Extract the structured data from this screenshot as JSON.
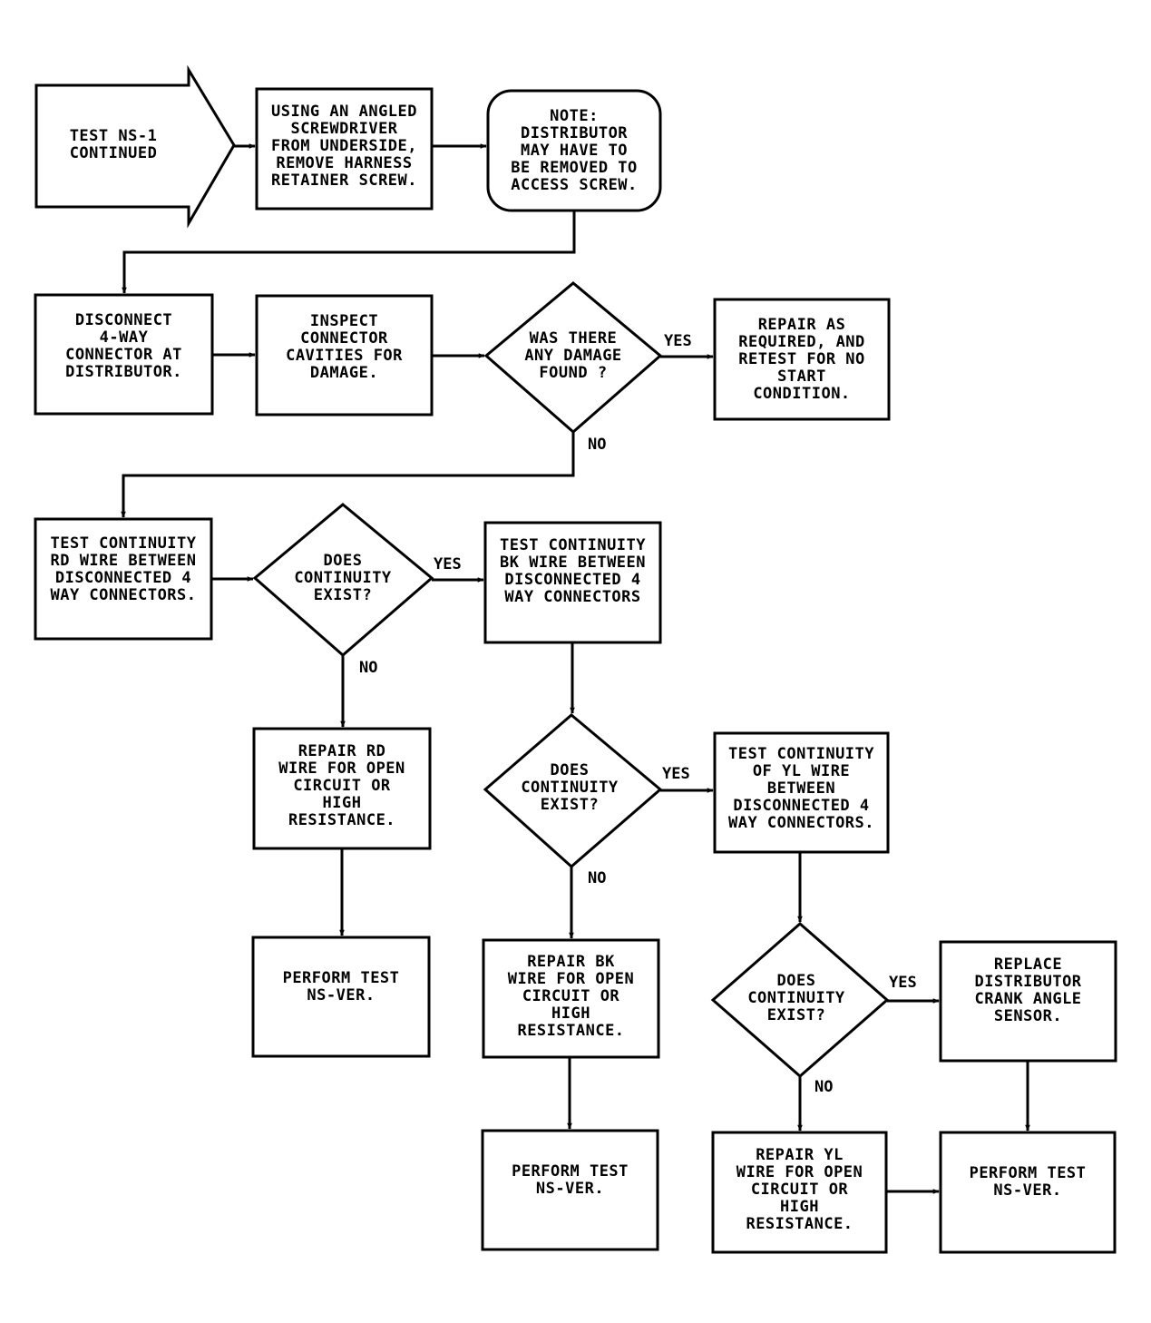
{
  "nodes": {
    "start": "TEST NS-1\nCONTINUED",
    "angled_screwdriver": "USING AN ANGLED\nSCREWDRIVER\nFROM UNDERSIDE,\nREMOVE HARNESS\nRETAINER SCREW.",
    "note_distributor": "NOTE:\nDISTRIBUTOR\nMAY HAVE TO\nBE REMOVED TO\nACCESS SCREW.",
    "disconnect_4way": "DISCONNECT\n4-WAY\nCONNECTOR AT\nDISTRIBUTOR.",
    "inspect_cavities": "INSPECT\nCONNECTOR\nCAVITIES FOR\nDAMAGE.",
    "damage_found": "WAS THERE\nANY DAMAGE\nFOUND ?",
    "repair_retest": "REPAIR AS\nREQUIRED, AND\nRETEST FOR NO\nSTART\nCONDITION.",
    "test_rd": "TEST CONTINUITY\nRD WIRE BETWEEN\nDISCONNECTED 4\nWAY CONNECTORS.",
    "rd_continuity": "DOES\nCONTINUITY\nEXIST?",
    "test_bk": "TEST CONTINUITY\nBK WIRE BETWEEN\nDISCONNECTED 4\nWAY CONNECTORS",
    "repair_rd": "REPAIR RD\nWIRE FOR OPEN\nCIRCUIT OR\nHIGH\nRESISTANCE.",
    "bk_continuity": "DOES\nCONTINUITY\nEXIST?",
    "test_yl": "TEST CONTINUITY\nOF YL WIRE\nBETWEEN\nDISCONNECTED 4\nWAY CONNECTORS.",
    "perform_rd": "PERFORM TEST\nNS-VER.",
    "repair_bk": "REPAIR BK\nWIRE FOR OPEN\nCIRCUIT OR\nHIGH\nRESISTANCE.",
    "yl_continuity": "DOES\nCONTINUITY\nEXIST?",
    "replace_sensor": "REPLACE\nDISTRIBUTOR\nCRANK ANGLE\nSENSOR.",
    "perform_bk": "PERFORM TEST\nNS-VER.",
    "repair_yl": "REPAIR YL\nWIRE FOR OPEN\nCIRCUIT OR\nHIGH\nRESISTANCE.",
    "perform_yl": "PERFORM TEST\nNS-VER."
  },
  "edge_labels": {
    "damage_yes": "YES",
    "damage_no": "NO",
    "rd_yes": "YES",
    "rd_no": "NO",
    "bk_yes": "YES",
    "bk_no": "NO",
    "yl_yes": "YES",
    "yl_no": "NO"
  }
}
